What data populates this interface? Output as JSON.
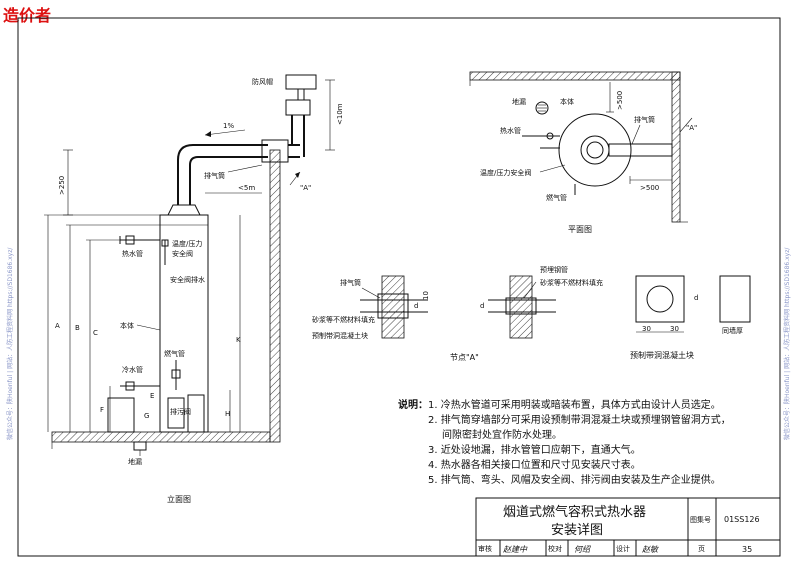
{
  "watermark": "造价者",
  "side_text": {
    "left": "微信公众号：陕Hoenful  |  网站：人防工程资料网  https://SD1686.xyz/",
    "right": "微信公众号：陕Hoenful  |  网站：人防工程资料网  https://SD1686.xyz/"
  },
  "elevation": {
    "title": "立面图",
    "labels": {
      "fengmao": "防风帽",
      "slope": "1%",
      "paiqitong": "排气筒",
      "lt5m": "<5m",
      "lt10m": "<10m",
      "view_a": "\"A\"",
      "gt250": ">250",
      "reshui": "热水管",
      "wendu": "温度/压力",
      "anquanfa": "安全阀",
      "anquanfa_pai": "安全阀排水",
      "benti": "本体",
      "ranqi": "燃气管",
      "lengshui": "冷水管",
      "paiwufa": "排污阀",
      "didou": "地漏",
      "dim_a": "A",
      "dim_b": "B",
      "dim_c": "C",
      "dim_e": "E",
      "dim_f": "F",
      "dim_g": "G",
      "dim_h": "H",
      "dim_k": "K"
    }
  },
  "plan": {
    "title": "平面图",
    "labels": {
      "didou": "地漏",
      "benti": "本体",
      "reshui": "热水管",
      "paiqitong": "排气筒",
      "view_a": "\"A\"",
      "wendu": "温度/压力安全阀",
      "ranqi": "燃气管",
      "gt500_top": ">500",
      "gt500_right": ">500"
    }
  },
  "node": {
    "title": "节点\"A\"",
    "labels": {
      "paiqitong": "排气筒",
      "shajiang": "砂浆等不燃材料填充",
      "yuzhi": "预制带洞混凝土块",
      "yumai": "预埋钢管",
      "shajiang2": "砂浆等不燃材料填充",
      "d": "d",
      "ten": "10"
    }
  },
  "block": {
    "title": "预制带洞混凝土块",
    "labels": {
      "d": "d",
      "thirty": "30",
      "thirty2": "30",
      "wall": "同墙厚"
    }
  },
  "notes": {
    "label": "说明：",
    "items": [
      "1. 冷热水管道可采用明装或暗装布置，具体方式由设计人员选定。",
      "2. 排气筒穿墙部分可采用设预制带洞混凝土块或预埋钢管留洞方式，",
      "3. 近处设地漏，排水管管口应朝下，直通大气。",
      "4. 热水器各相关接口位置和尺寸见安装尺寸表。",
      "5. 排气筒、弯头、风帽及安全阀、排污阀由安装及生产企业提供。"
    ],
    "item2_cont": "间隙密封处宜作防水处理。"
  },
  "titleblock": {
    "title_line1": "烟道式燃气容积式热水器",
    "title_line2": "安装详图",
    "atlas_label": "图集号",
    "atlas_no": "01SS126",
    "review": "审核",
    "review_sig": "赵建中",
    "check": "校对",
    "check_sig": "何绍",
    "design": "设计",
    "design_sig": "赵敏",
    "page_label": "页",
    "page_no": "35"
  }
}
